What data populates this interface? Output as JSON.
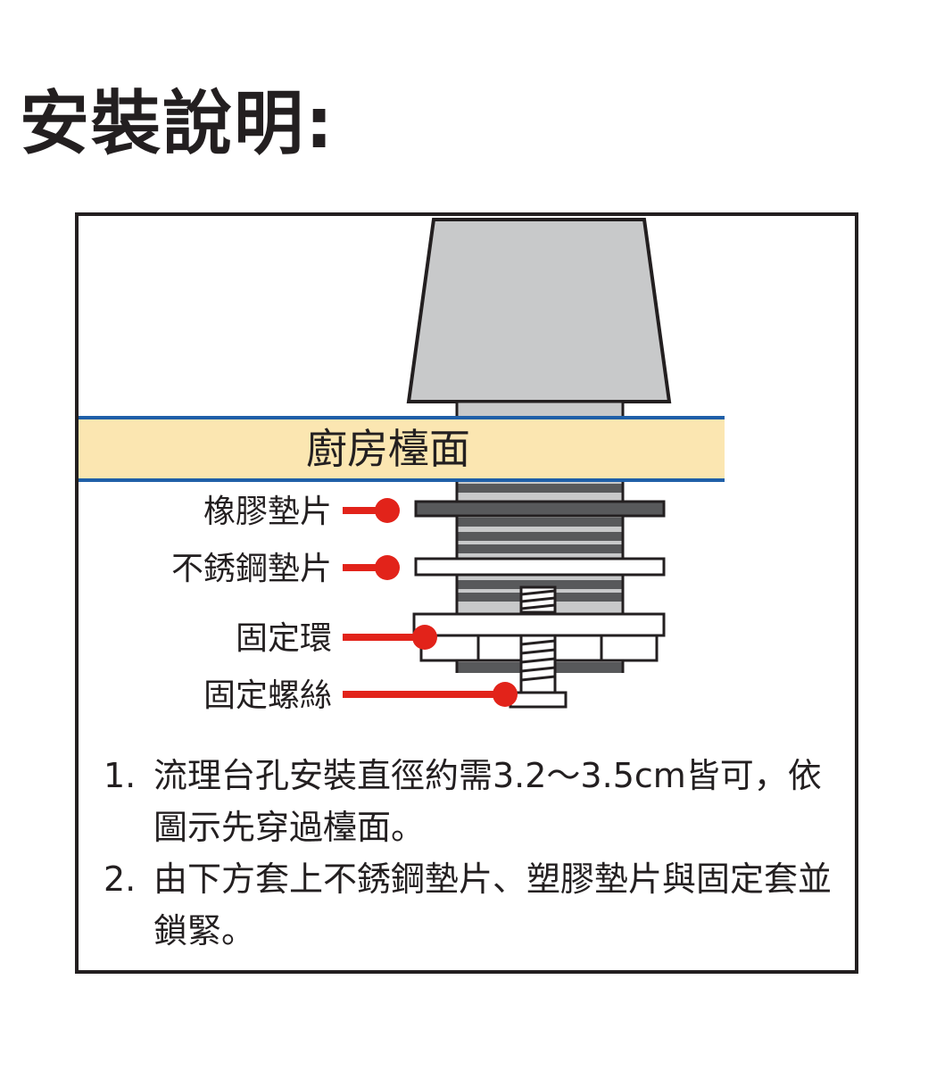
{
  "title": "安裝說明:",
  "diagram": {
    "counter_label": "廚房檯面",
    "parts": [
      {
        "id": "rubber_washer",
        "label": "橡膠墊片"
      },
      {
        "id": "steel_washer",
        "label": "不銹鋼墊片"
      },
      {
        "id": "fixing_ring",
        "label": "固定環"
      },
      {
        "id": "fixing_screw",
        "label": "固定螺絲"
      }
    ],
    "colors": {
      "faucet_body": "#c8c9ca",
      "counter_fill": "#fbe6b1",
      "counter_line": "#1f5fa8",
      "callout": "#e2231a",
      "threaded_pipe": "#a7a9ac",
      "rubber_washer": "#58595b",
      "outline": "#231f20"
    }
  },
  "instructions": [
    {
      "num": "1.",
      "text": "流理台孔安裝直徑約需3.2～3.5cm皆可，依圖示先穿過檯面。"
    },
    {
      "num": "2.",
      "text": "由下方套上不銹鋼墊片、塑膠墊片與固定套並鎖緊。"
    }
  ]
}
